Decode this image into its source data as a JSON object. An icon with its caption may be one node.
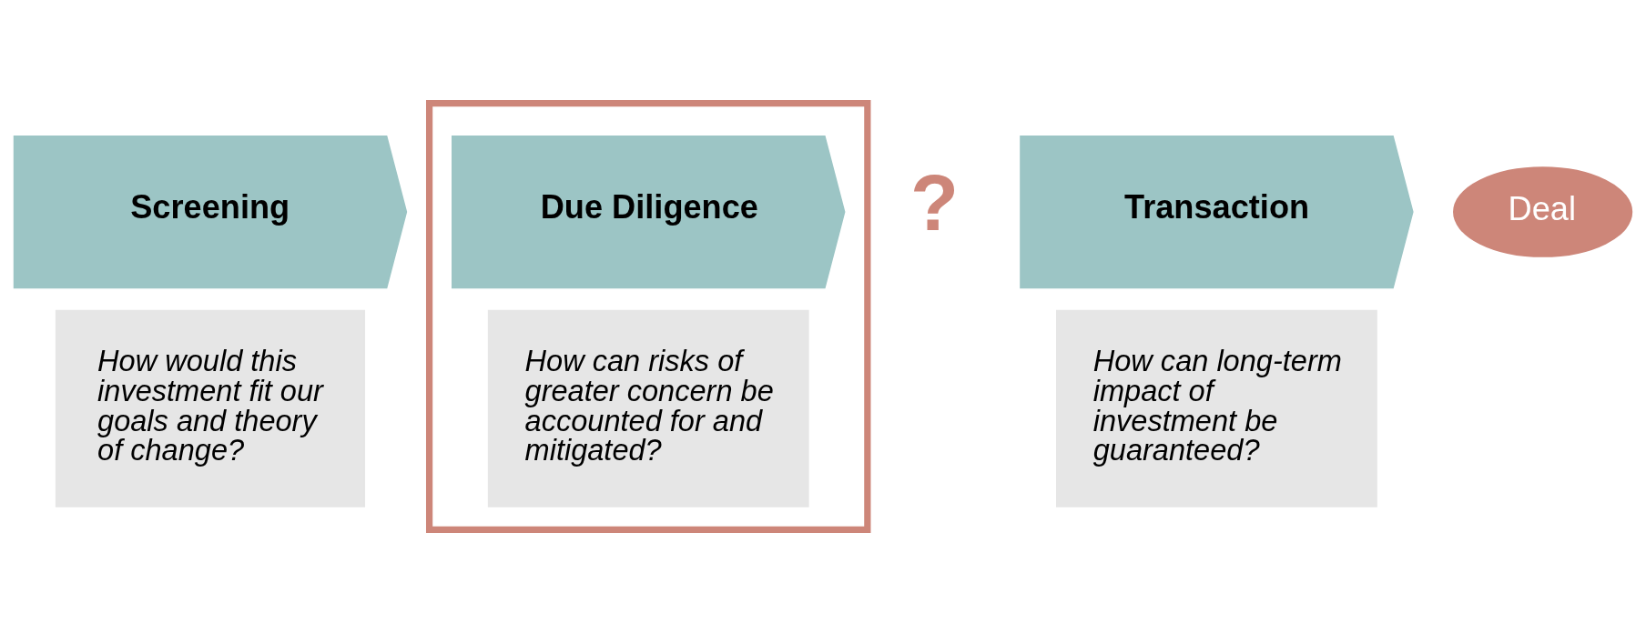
{
  "diagram": {
    "nodes": [
      {
        "text": [
          "Screening"
        ]
      },
      {
        "text": [
          "How would this investment fit our goals and theory of change?"
        ]
      },
      {
        "text": [],
        "shape": "box"
      },
      {
        "text": [
          "Due Diligence"
        ],
        "in": 2
      },
      {
        "text": [
          "How can risks of greater concern be accounted for and mitigated?"
        ],
        "in": 2
      },
      {
        "text": [
          "Transaction"
        ]
      },
      {
        "text": [
          "How can long-term impact of investment be guaranteed?"
        ]
      },
      {
        "text": [
          "Deal"
        ]
      }
    ],
    "edges": [],
    "labels": [
      "?"
    ]
  }
}
